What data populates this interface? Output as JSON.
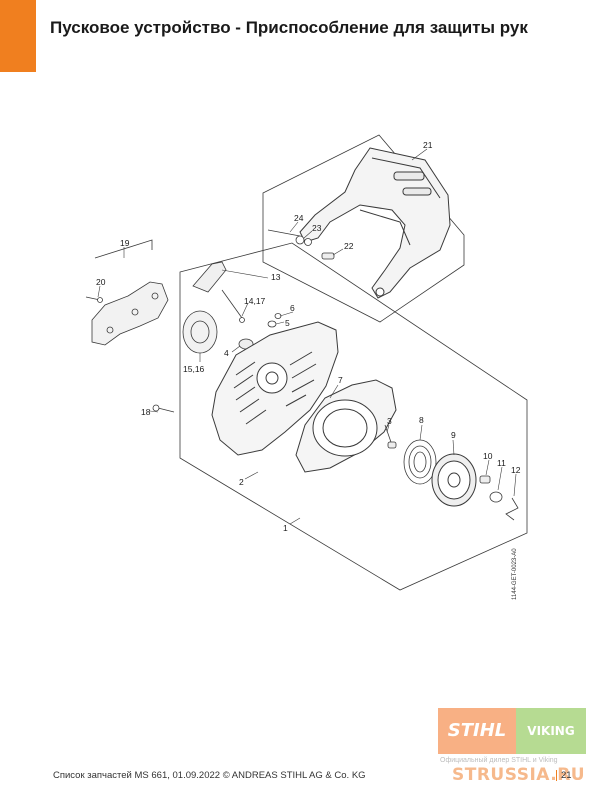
{
  "header": {
    "title": "Пусковое устройство - Приспособление для защиты рук"
  },
  "diagram": {
    "callouts": {
      "c1": "1",
      "c2": "2",
      "c3": "3",
      "c4": "4",
      "c5": "5",
      "c6": "6",
      "c7": "7",
      "c8": "8",
      "c9": "9",
      "c10": "10",
      "c11": "11",
      "c12": "12",
      "c13": "13",
      "c14_17": "14,17",
      "c15_16": "15,16",
      "c18": "18",
      "c19": "19",
      "c20": "20",
      "c21": "21",
      "c22": "22",
      "c23": "23",
      "c24": "24"
    },
    "doc_code": "1144-GET-0023-A0"
  },
  "footer": {
    "text": "Список запчастей MS 661, 01.09.2022 © ANDREAS STIHL AG & Co. KG",
    "page": "21"
  },
  "watermark": {
    "stihl": "STIHL",
    "viking": "VIKING",
    "dealer": "Официальный дилер STIHL и Viking",
    "site": "STRUSSIA.RU"
  }
}
